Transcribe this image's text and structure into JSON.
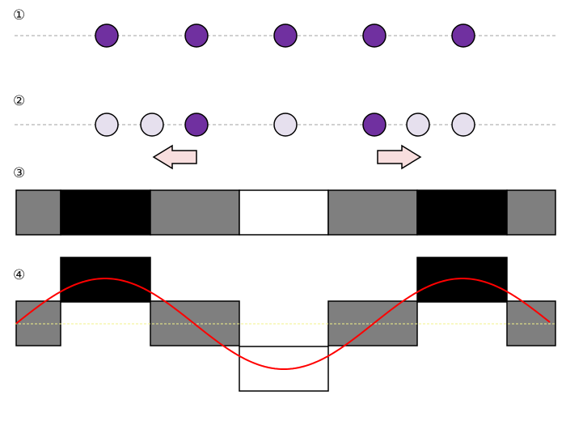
{
  "labels": {
    "step1": "①",
    "step2": "②",
    "step3": "③",
    "step4": "④"
  },
  "colors": {
    "compressed": "#7030a0",
    "rarefied": "#e6e0ee",
    "mid_band": "#7f7f7f",
    "dark_band": "#000000",
    "light_band": "#ffffff",
    "wave": "#ff0000",
    "baseline": "#ffff99",
    "rest_line": "#a0a0a0",
    "arrow_fill": "#f8dede"
  },
  "row1": {
    "particles": [
      "compressed",
      "compressed",
      "compressed",
      "compressed",
      "compressed"
    ]
  },
  "row2": {
    "particles": [
      "rarefied",
      "rarefied",
      "compressed",
      "rarefied",
      "compressed",
      "rarefied",
      "rarefied"
    ],
    "arrows": [
      "left",
      "right"
    ]
  },
  "row3": {
    "bands": [
      "mid_band",
      "dark_band",
      "mid_band",
      "light_band",
      "mid_band",
      "dark_band",
      "mid_band"
    ]
  },
  "row4": {
    "levels": [
      0,
      1,
      0,
      -1,
      0,
      1,
      0
    ]
  }
}
